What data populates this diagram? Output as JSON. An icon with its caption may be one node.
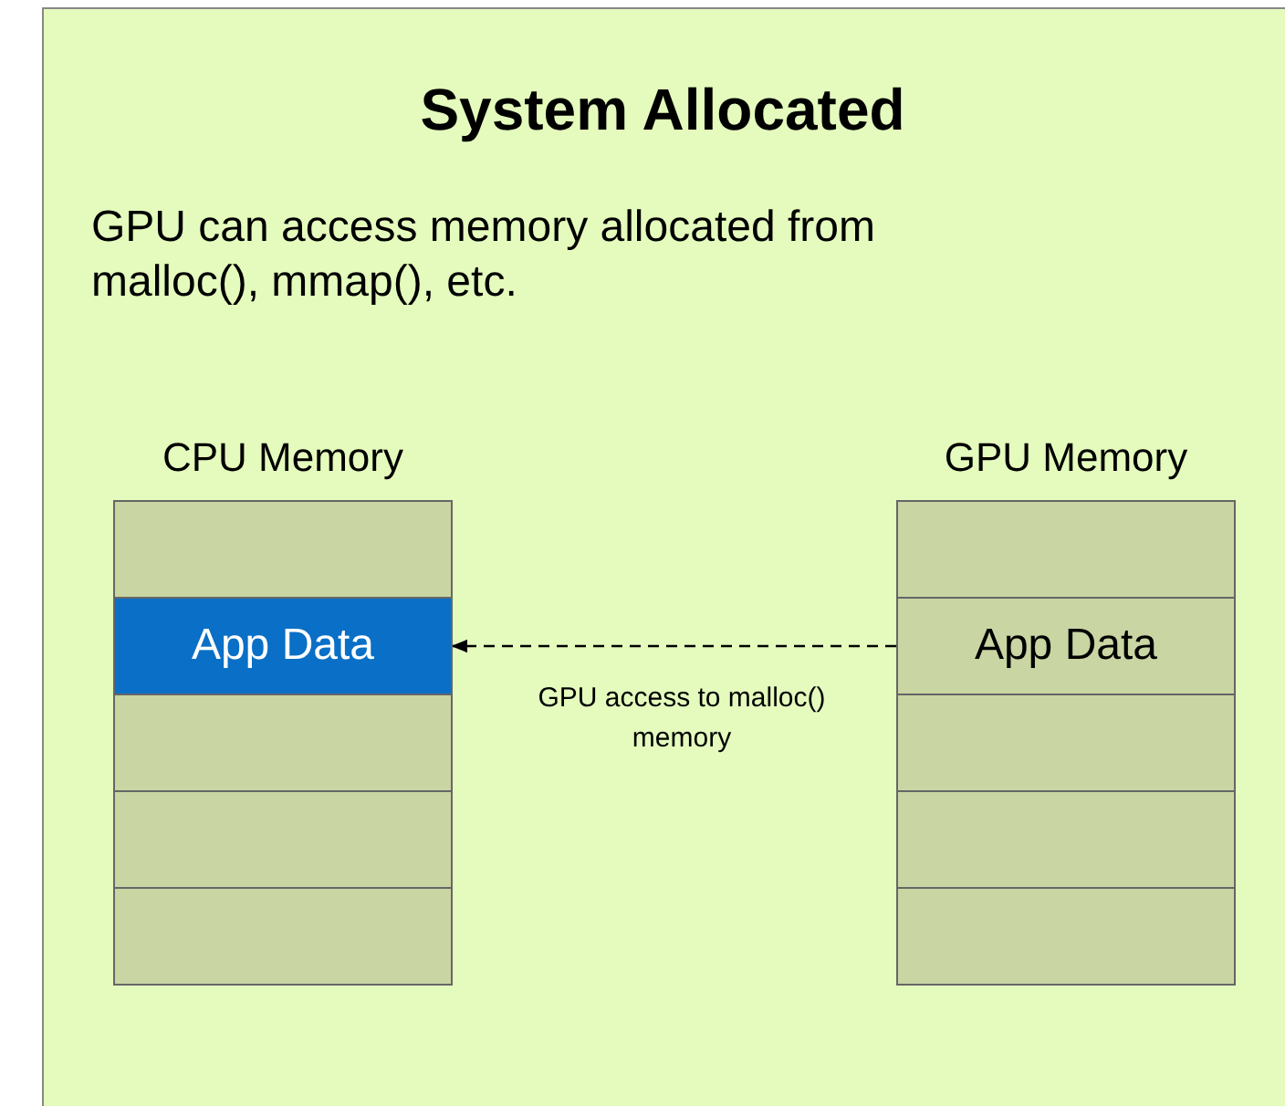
{
  "diagram": {
    "title": "System Allocated",
    "nodes": [
      {
        "text": [
          "CPU Memory"
        ]
      },
      {
        "text": [],
        "shape": "box",
        "in": 0
      },
      {
        "text": [
          "App Data"
        ],
        "in": 0
      },
      {
        "text": [],
        "shape": "box",
        "in": 0
      },
      {
        "text": [],
        "shape": "box",
        "in": 0
      },
      {
        "text": [],
        "shape": "box",
        "in": 0
      },
      {
        "text": [
          "GPU Memory"
        ]
      },
      {
        "text": [],
        "shape": "box",
        "in": 6
      },
      {
        "text": [
          "App Data"
        ],
        "in": 6
      },
      {
        "text": [],
        "shape": "box",
        "in": 6
      },
      {
        "text": [],
        "shape": "box",
        "in": 6
      },
      {
        "text": [],
        "shape": "box",
        "in": 6
      }
    ],
    "edges": [
      {
        "from": 8,
        "to": 2,
        "arrow": "to",
        "style": "dashed",
        "label": "GPU access to malloc() memory"
      }
    ],
    "labels": [
      "GPU can access memory allocated from malloc(), mmap(), etc."
    ]
  }
}
